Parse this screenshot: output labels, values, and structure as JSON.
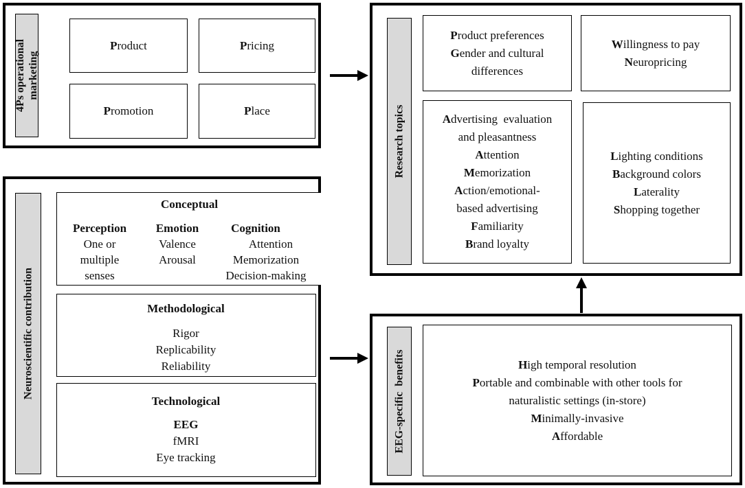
{
  "panel_4ps": {
    "label_line1": "4Ps operational",
    "label_line2": "marketing",
    "items": [
      "Product",
      "Pricing",
      "Promotion",
      "Place"
    ]
  },
  "panel_contribution": {
    "label": "Neuroscientific contribution",
    "conceptual": {
      "title": "Conceptual",
      "perception": {
        "title": "Perception",
        "lines": [
          "One or",
          "multiple",
          "senses"
        ]
      },
      "emotion": {
        "title": "Emotion",
        "lines": [
          "Valence",
          "Arousal"
        ]
      },
      "cognition": {
        "title": "Cognition",
        "lines": [
          "Attention",
          "Memorization",
          "Decision-making"
        ]
      }
    },
    "methodological": {
      "title": "Methodological",
      "lines": [
        "Rigor",
        "Replicability",
        "Reliability"
      ]
    },
    "technological": {
      "title": "Technological",
      "eeg": "EEG",
      "lines": [
        "fMRI",
        "Eye tracking"
      ]
    }
  },
  "panel_research": {
    "label": "Research topics",
    "box1": [
      {
        "initial": "P",
        "rest": "roduct preferences"
      },
      {
        "initial": "G",
        "rest": "ender and cultural"
      },
      {
        "initial": "",
        "rest": "differences"
      }
    ],
    "box2": [
      {
        "initial": "W",
        "rest": "illingness to pay"
      },
      {
        "initial": "N",
        "rest": "europricing"
      }
    ],
    "box3": [
      {
        "initial": "A",
        "rest": "dvertising  evaluation"
      },
      {
        "initial": "",
        "rest": "and pleasantness"
      },
      {
        "initial": "A",
        "rest": "ttention"
      },
      {
        "initial": "M",
        "rest": "emorization"
      },
      {
        "initial": "A",
        "rest": "ction/emotional-"
      },
      {
        "initial": "",
        "rest": "based advertising"
      },
      {
        "initial": "F",
        "rest": "amiliarity"
      },
      {
        "initial": "B",
        "rest": "rand loyalty"
      }
    ],
    "box4": [
      {
        "initial": "L",
        "rest": "ighting conditions"
      },
      {
        "initial": "B",
        "rest": "ackground colors"
      },
      {
        "initial": "L",
        "rest": "aterality"
      },
      {
        "initial": "S",
        "rest": "hopping together"
      }
    ]
  },
  "panel_eeg": {
    "label": "EEG-specific  benefits",
    "lines": [
      {
        "initial": "H",
        "rest": "igh temporal resolution"
      },
      {
        "initial": "P",
        "rest": "ortable and combinable with other tools for"
      },
      {
        "initial": "",
        "rest": "naturalistic settings (in-store)"
      },
      {
        "initial": "M",
        "rest": "inimally-invasive"
      },
      {
        "initial": "A",
        "rest": "ffordable"
      }
    ]
  }
}
